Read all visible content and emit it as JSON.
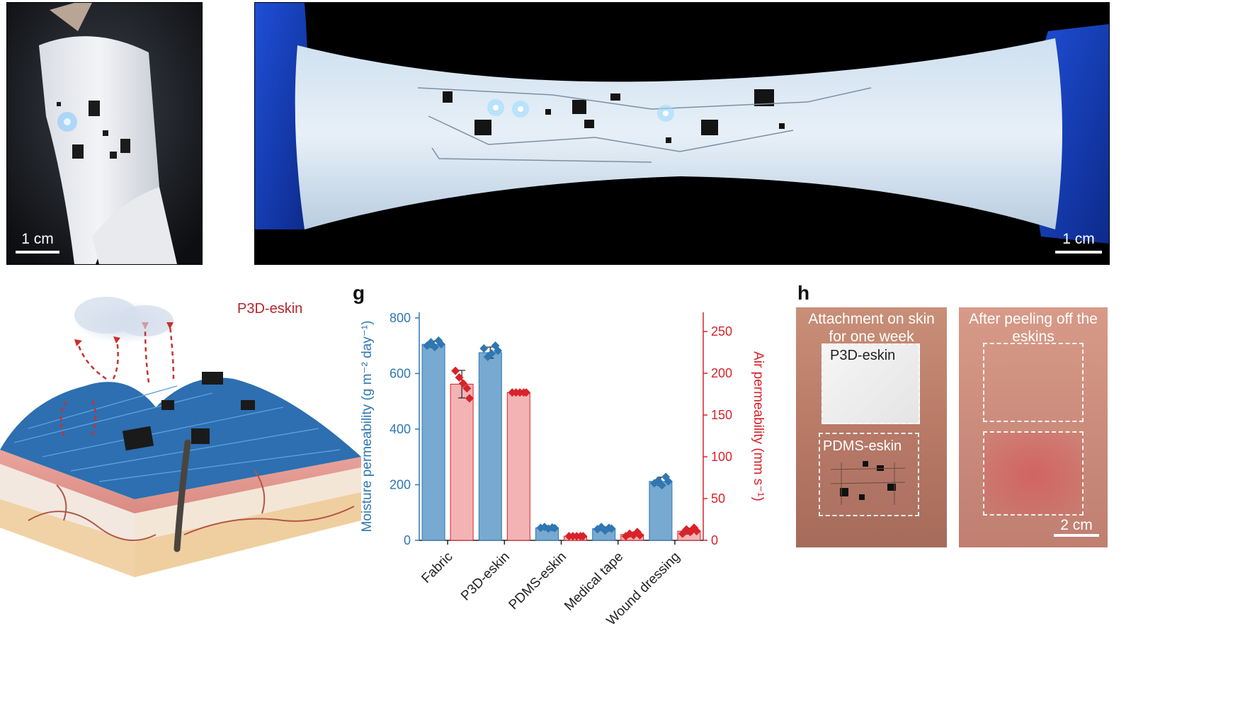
{
  "panels": {
    "a": {
      "scale_label": "1 cm"
    },
    "b": {
      "scale_label": "1 cm"
    },
    "f": {
      "title": "P3D-eskin"
    },
    "g": {
      "letter": "g"
    },
    "h": {
      "letter": "h",
      "left_caption_line1": "Attachment on skin",
      "left_caption_line2": "for one week",
      "right_caption_line1": "After peeling off the",
      "right_caption_line2": "eskins",
      "p3d_label": "P3D-eskin",
      "pdms_label": "PDMS-eskin",
      "scale_label": "2 cm"
    }
  },
  "colors": {
    "moisture": "#2f77b2",
    "moisture_fill": "#78a9d0",
    "air": "#d9222a",
    "air_fill": "#f3b3b5"
  },
  "chart_data": {
    "type": "bar",
    "categories": [
      "Fabric",
      "P3D-eskin",
      "PDMS-eskin",
      "Medical tape",
      "Wound dressing"
    ],
    "ylabel": "Moisture permeability (g m⁻² day⁻¹)",
    "y2label": "Air permeability (mm s⁻¹)",
    "ylim": [
      0,
      820
    ],
    "y2lim": [
      0,
      273
    ],
    "yticks": [
      "0",
      "200",
      "400",
      "600",
      "800"
    ],
    "y2ticks": [
      "0",
      "50",
      "100",
      "150",
      "200",
      "250"
    ],
    "grid": false,
    "series": [
      {
        "axis": "left",
        "values": [
          705,
          675,
          45,
          42,
          212
        ],
        "points": [
          [
            700,
            712,
            695,
            718,
            705
          ],
          [
            690,
            660,
            672,
            700,
            682
          ],
          [
            45,
            48,
            42,
            46,
            44
          ],
          [
            40,
            48,
            35,
            45,
            42
          ],
          [
            205,
            215,
            198,
            228,
            212
          ]
        ]
      },
      {
        "axis": "right",
        "values": [
          187,
          177,
          5,
          7,
          11
        ],
        "points": [
          [
            203,
            195,
            188,
            182,
            170
          ],
          [
            177,
            177,
            177,
            177,
            177
          ],
          [
            5,
            5,
            5,
            5,
            5
          ],
          [
            5,
            8,
            6,
            10,
            6
          ],
          [
            8,
            13,
            10,
            15,
            11
          ]
        ]
      }
    ]
  }
}
